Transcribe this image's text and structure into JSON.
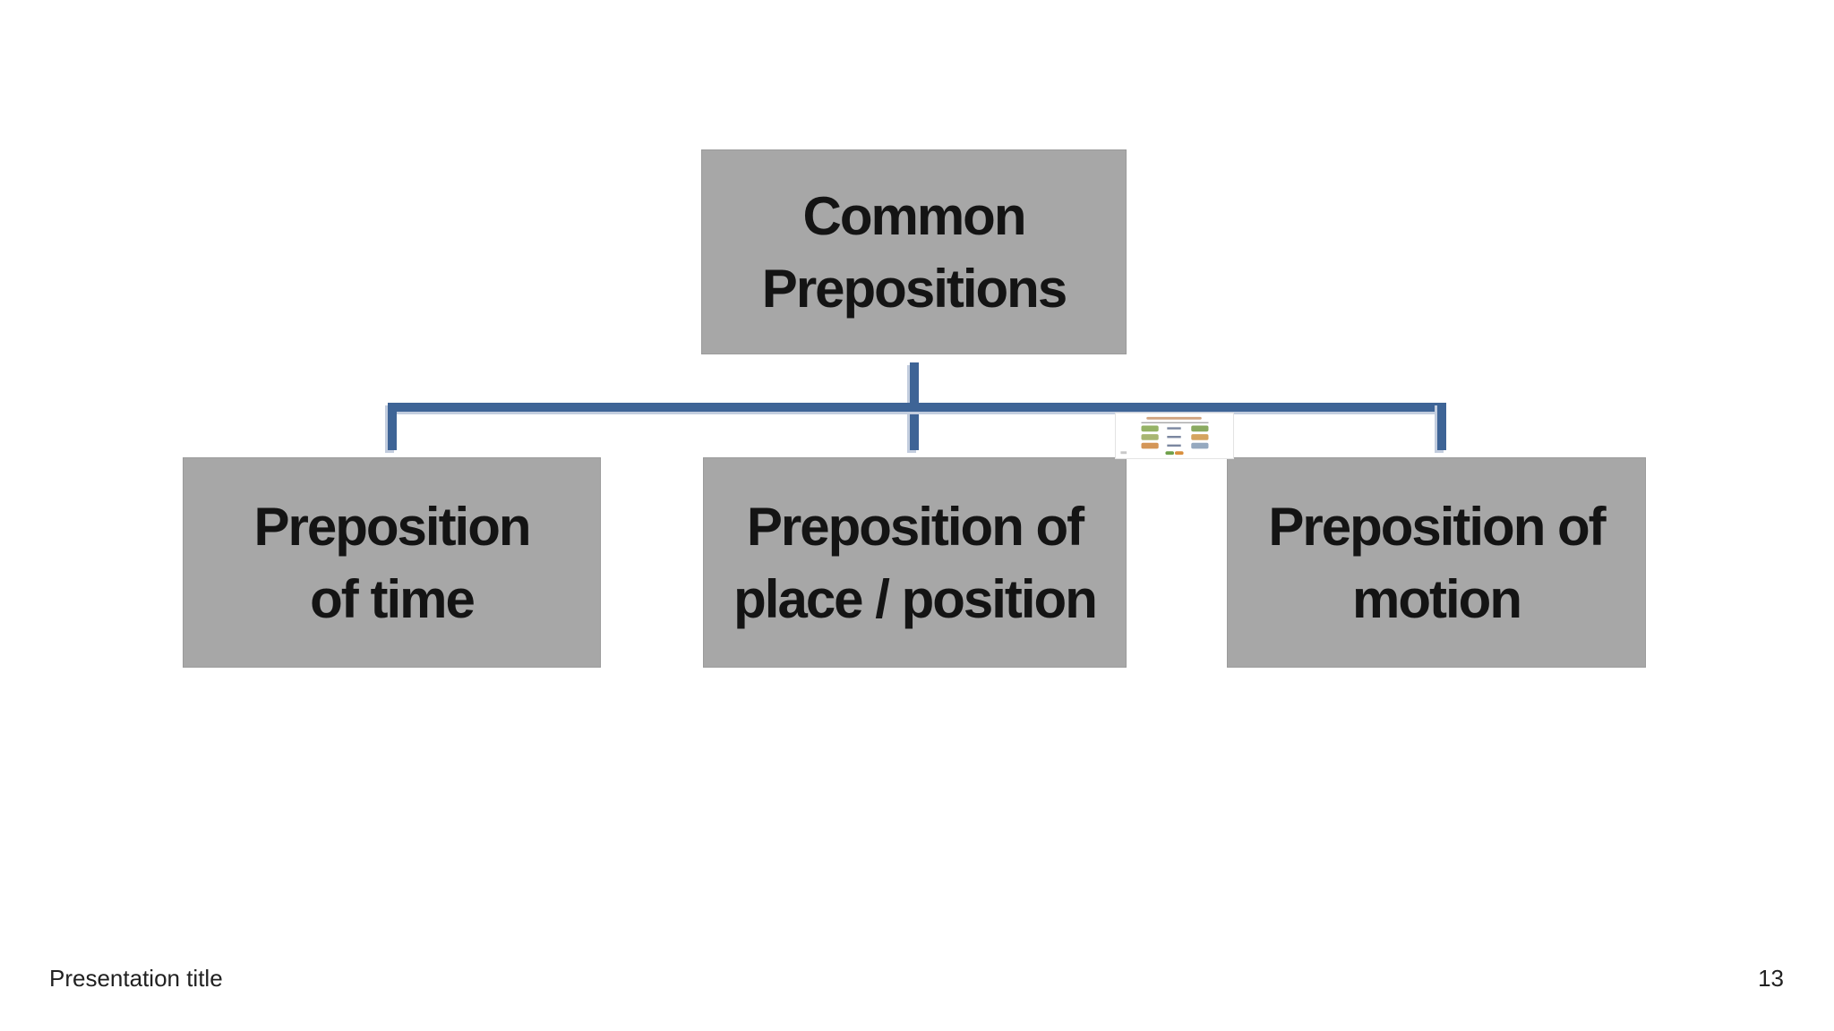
{
  "slide": {
    "footer": {
      "title": "Presentation title",
      "page_number": "13"
    }
  },
  "diagram": {
    "type": "org-chart",
    "colors": {
      "box_fill": "#a7a7a7",
      "box_text": "#141414",
      "connector": "#3e6496",
      "connector_shadow": "#c3cdde"
    },
    "root": {
      "label": "Common Prepositions",
      "line1": "Common",
      "line2": "Prepositions"
    },
    "children": [
      {
        "label": "Preposition of time",
        "line1": "Preposition",
        "line2": "of time"
      },
      {
        "label": "Preposition of place / position",
        "line1": "Preposition of",
        "line2": "place / position"
      },
      {
        "label": "Preposition of motion",
        "line1": "Preposition of",
        "line2": "motion"
      }
    ],
    "thumbnail": {
      "name": "tiny-prepositions-picture-thumbnail"
    }
  }
}
